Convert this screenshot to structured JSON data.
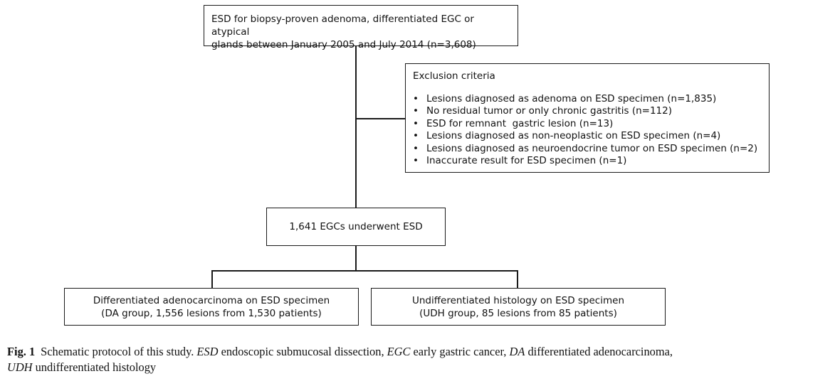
{
  "flowchart": {
    "top_box": {
      "lines": [
        "ESD for biopsy-proven adenoma, differentiated EGC or atypical",
        "glands between January 2005 and July 2014 (n=3,608)"
      ]
    },
    "exclusion_box": {
      "title": "Exclusion criteria",
      "items": [
        "Lesions diagnosed as adenoma on ESD specimen (n=1,835)",
        "No residual tumor or only chronic gastritis (n=112)",
        "ESD for remnant  gastric lesion (n=13)",
        "Lesions diagnosed as non-neoplastic on ESD specimen (n=4)",
        "Lesions diagnosed as neuroendocrine tumor on ESD specimen (n=2)",
        "Inaccurate result for ESD specimen (n=1)"
      ]
    },
    "middle_box": {
      "text": "1,641 EGCs underwent ESD"
    },
    "da_box": {
      "lines": [
        "Differentiated adenocarcinoma on ESD specimen",
        "(DA group, 1,556 lesions from 1,530 patients)"
      ]
    },
    "udh_box": {
      "lines": [
        "Undifferentiated histology on ESD specimen",
        "(UDH group, 85 lesions from 85 patients)"
      ]
    }
  },
  "caption": {
    "label": "Fig. 1",
    "intro": "Schematic protocol of this study. ",
    "abbreviations": [
      {
        "abbr": "ESD",
        "definition": " endoscopic submucosal dissection, "
      },
      {
        "abbr": "EGC",
        "definition": " early gastric cancer, "
      },
      {
        "abbr": "DA",
        "definition": " differentiated adenocarcinoma, "
      },
      {
        "abbr": "UDH",
        "definition": " undifferentiated histology"
      }
    ]
  }
}
